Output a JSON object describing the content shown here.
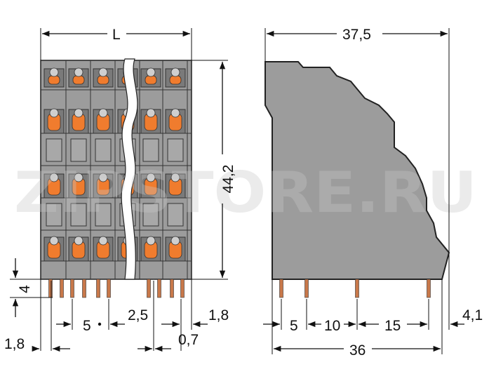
{
  "dimensions": {
    "width_L": "L",
    "height": "44,2",
    "pin_length": "4",
    "pitch": "5",
    "pitch_half": "2,5",
    "edge_left": "1,8",
    "edge_right": "1,8",
    "pin_width": "0,7",
    "side_top_width": "37,5",
    "side_bottom_width": "36",
    "side_offset": "4,1",
    "side_pin_1": "5",
    "side_pin_2": "10",
    "side_pin_3": "15"
  },
  "watermark": "ZIPSTORE.RU",
  "colors": {
    "housing": "#9c9c9c",
    "housing_dark": "#7a7a7a",
    "lever": "#f07c2e",
    "pin": "#c8784a",
    "outline": "#222222"
  }
}
